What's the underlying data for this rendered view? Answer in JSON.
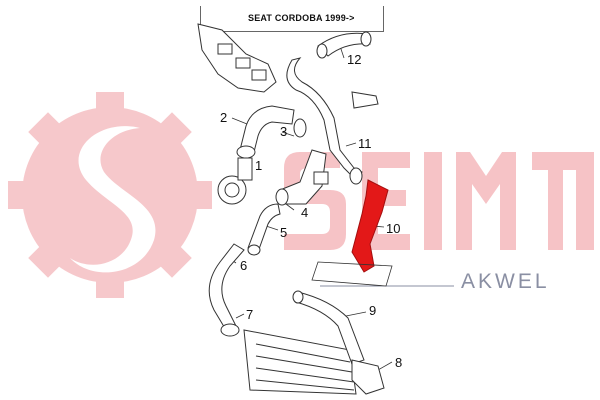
{
  "title": "SEAT CORDOBA 1999->",
  "brand": {
    "name": "AKWEL"
  },
  "logo_text": "Seim",
  "colors": {
    "highlight": "#e31818",
    "watermark": "#f6c3c6",
    "line": "#333333",
    "akwel": "#8a8fa3"
  },
  "callouts": [
    "1",
    "2",
    "3",
    "4",
    "5",
    "6",
    "7",
    "8",
    "9",
    "10",
    "11",
    "12"
  ],
  "highlighted_part": "10"
}
